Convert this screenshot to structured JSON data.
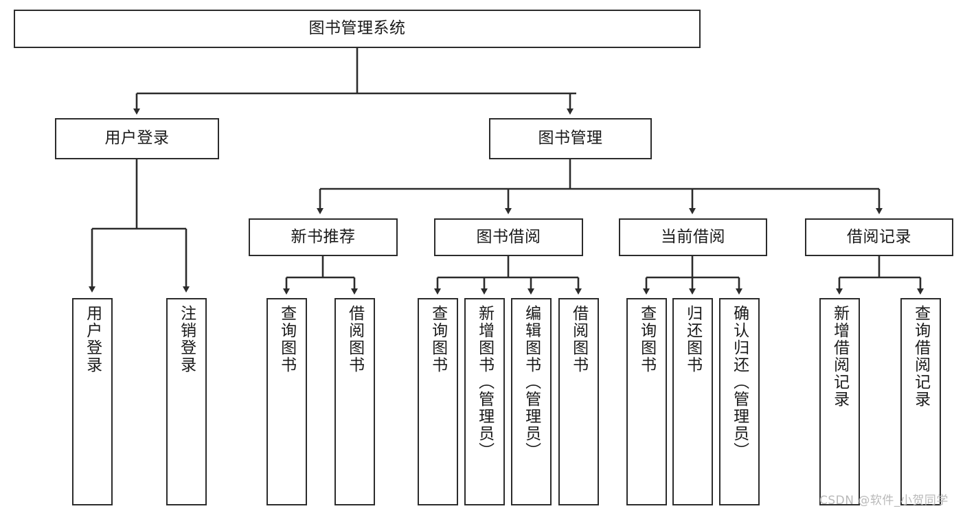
{
  "diagram": {
    "title": "图书管理系统",
    "type": "tree-hierarchy-chart",
    "root": {
      "label": "图书管理系统"
    },
    "level1": [
      {
        "label": "用户登录"
      },
      {
        "label": "图书管理"
      }
    ],
    "level2": [
      {
        "label": "新书推荐"
      },
      {
        "label": "图书借阅"
      },
      {
        "label": "当前借阅"
      },
      {
        "label": "借阅记录"
      }
    ],
    "leaves": {
      "user_login": [
        {
          "label": "用户登录"
        },
        {
          "label": "注销登录"
        }
      ],
      "new_book_recommend": [
        {
          "label": "查询图书"
        },
        {
          "label": "借阅图书"
        }
      ],
      "book_borrow": [
        {
          "label": "查询图书"
        },
        {
          "label": "新增图书（管理员）"
        },
        {
          "label": "编辑图书（管理员）"
        },
        {
          "label": "借阅图书"
        }
      ],
      "current_borrow": [
        {
          "label": "查询图书"
        },
        {
          "label": "归还图书"
        },
        {
          "label": "确认归还（管理员）"
        }
      ],
      "borrow_record": [
        {
          "label": "新增借阅记录"
        },
        {
          "label": "查询借阅记录"
        }
      ]
    }
  },
  "watermark": {
    "text": "CSDN @软件_小贺同学"
  },
  "colors": {
    "stroke": "#2b2b2b",
    "fill": "#ffffff",
    "text": "#1a1a1a",
    "watermark": "#b9b9b9"
  }
}
